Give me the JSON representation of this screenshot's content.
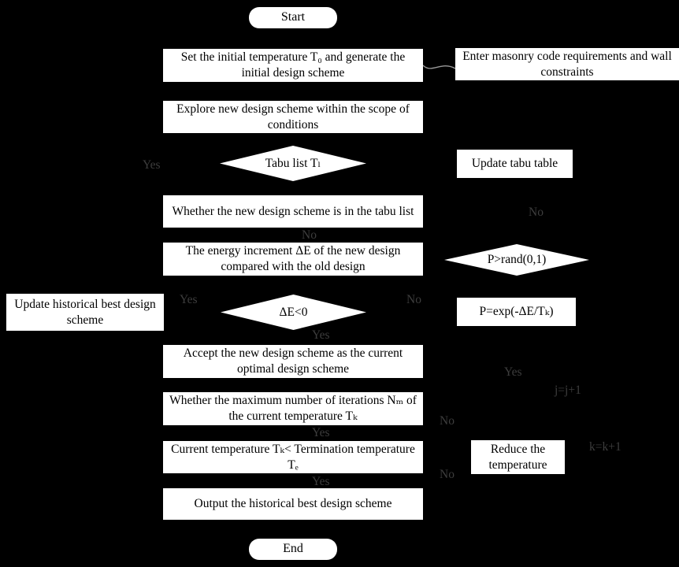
{
  "diagram": {
    "start": "Start",
    "end": "End",
    "boxes": {
      "init": "Set the initial temperature T₀ and generate the initial design scheme",
      "enter_requirements": "Enter masonry code requirements and wall constraints",
      "explore": "Explore new design scheme within the scope of conditions",
      "tabu_diamond": "Tabu list Tₗ",
      "update_tabu": "Update tabu table",
      "whether_in_tabu": "Whether the new design scheme is in the tabu list",
      "energy_increment": "The energy increment ΔE of the new design compared with the old design",
      "p_rand_diamond": "P>rand(0,1)",
      "update_best": "Update historical best design scheme",
      "de_diamond": "ΔE<0",
      "p_exp": "P=exp(-ΔE/Tₖ)",
      "accept": "Accept the new design scheme as the current optimal design scheme",
      "max_iterations": "Whether the maximum number of iterations Nₘ of the current temperature Tₖ",
      "termination": "Current temperature Tₖ< Termination temperature Tₑ",
      "reduce_temp": "Reduce the temperature",
      "output": "Output the historical best design scheme"
    },
    "labels": {
      "yes_tabu": "Yes",
      "no_right": "No",
      "no_below_tabu": "No",
      "yes_de": "Yes",
      "no_de": "No",
      "yes_below_de": "Yes",
      "yes_p": "Yes",
      "j_incr": "j=j+1",
      "no_max": "No",
      "yes_below_max": "Yes",
      "no_term": "No",
      "yes_below_term": "Yes",
      "k_incr": "k=k+1"
    },
    "colors": {
      "background": "#000000",
      "box_fill": "#ffffff",
      "box_text": "#000000",
      "label_text": "#3d3d3d",
      "connector": "#999999"
    }
  }
}
